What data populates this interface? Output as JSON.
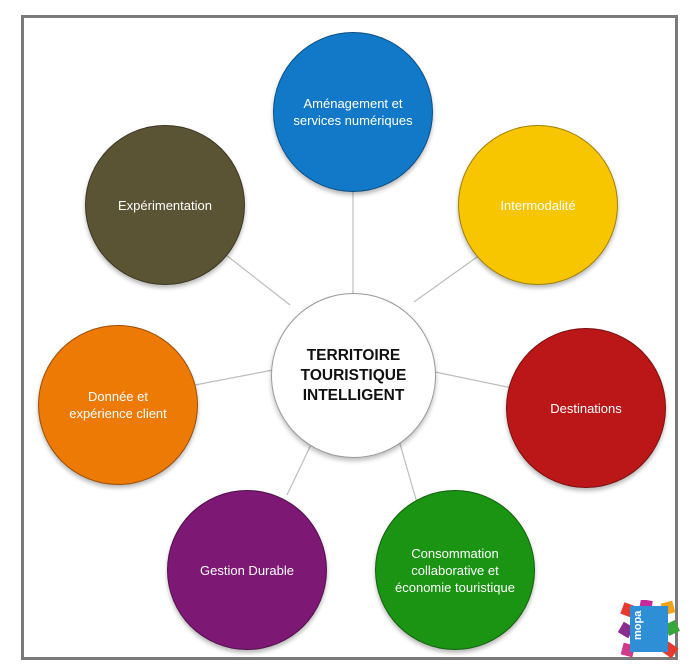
{
  "center": {
    "title": "TERRITOIRE\nTOURISTIQUE\nINTELLIGENT"
  },
  "nodes": [
    {
      "key": "amenagement",
      "label": "Aménagement et services numériques",
      "color": "#1279c9"
    },
    {
      "key": "intermodalite",
      "label": "Intermodalité",
      "color": "#f7c600"
    },
    {
      "key": "destinations",
      "label": "Destinations",
      "color": "#bb1719"
    },
    {
      "key": "consommation",
      "label": "Consommation collaborative et économie touristique",
      "color": "#1b9414"
    },
    {
      "key": "gestion",
      "label": "Gestion Durable",
      "color": "#7d1874"
    },
    {
      "key": "donnee",
      "label": "Donnée et expérience client",
      "color": "#ec7a05"
    },
    {
      "key": "experimentation",
      "label": "Expérimentation",
      "color": "#5a5334"
    }
  ],
  "logo": {
    "text": "mopa"
  }
}
